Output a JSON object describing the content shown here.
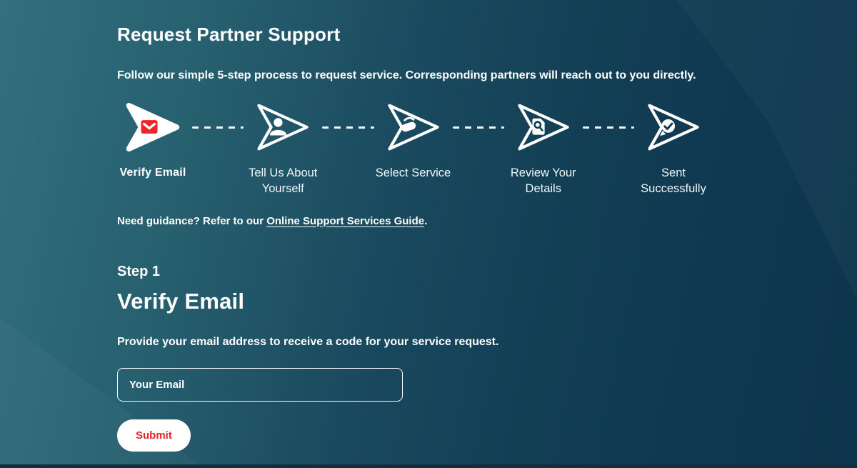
{
  "page": {
    "title": "Request Partner Support",
    "subtitle": "Follow our simple 5-step process to request service. Corresponding partners will reach out to you directly.",
    "guidance_prefix": "Need guidance? Refer to our ",
    "guidance_link": "Online Support Services Guide",
    "guidance_suffix": "."
  },
  "stepper": {
    "steps": [
      {
        "label": "Verify Email",
        "icon": "mail-send-icon",
        "active": true
      },
      {
        "label": "Tell Us About Yourself",
        "icon": "person-send-icon",
        "active": false
      },
      {
        "label": "Select Service",
        "icon": "service-hand-send-icon",
        "active": false
      },
      {
        "label": "Review Your Details",
        "icon": "document-search-send-icon",
        "active": false
      },
      {
        "label": "Sent Successfully",
        "icon": "check-bubble-send-icon",
        "active": false
      }
    ]
  },
  "form": {
    "step_label": "Step 1",
    "heading": "Verify Email",
    "description": "Provide your email address to receive a code for your service request.",
    "email_placeholder": "Your Email",
    "email_value": "",
    "submit_label": "Submit"
  },
  "colors": {
    "accent_red": "#e82429",
    "envelope_red": "#ee2629",
    "background_start": "#32707f",
    "background_end": "#0d344b",
    "text": "#ffffff"
  }
}
